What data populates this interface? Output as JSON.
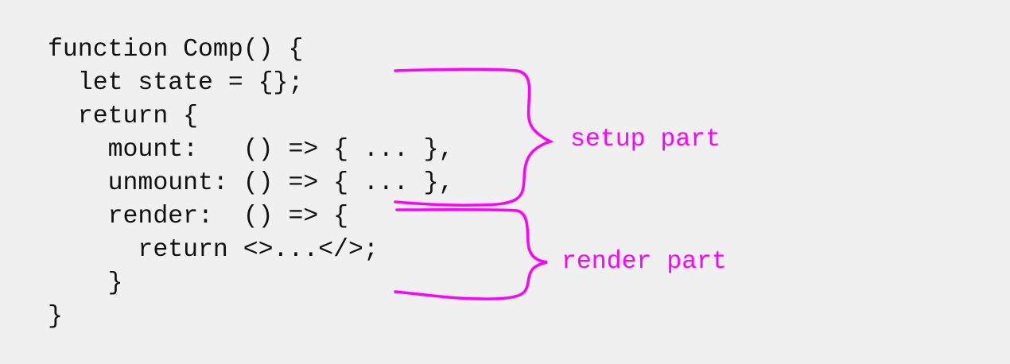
{
  "code_lines": [
    "function Comp() {",
    "  let state = {};",
    "  return {",
    "    mount:   () => { ... },",
    "    unmount: () => { ... },",
    "    render:  () => {",
    "      return <>...</>;",
    "    }",
    "}"
  ],
  "annotations": {
    "setup_label": "setup part",
    "render_label": "render part"
  },
  "colors": {
    "accent": "#ff00ff",
    "background": "#f0f0f0",
    "text": "#111111"
  }
}
